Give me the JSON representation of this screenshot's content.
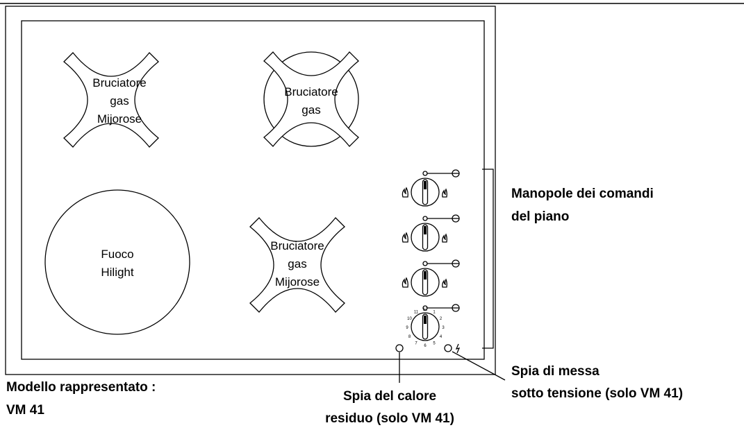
{
  "burners": {
    "top_left": {
      "line1": "Bruciatore",
      "line2": "gas",
      "line3": "Mijorose"
    },
    "top_right": {
      "line1": "Bruciatore",
      "line2": "gas"
    },
    "bottom_left": {
      "line1": "Fuoco",
      "line2": "Hilight"
    },
    "bottom_right": {
      "line1": "Bruciatore",
      "line2": "gas",
      "line3": "Mijorose"
    }
  },
  "dial_numbers": [
    "12",
    "1",
    "2",
    "3",
    "4",
    "5",
    "6",
    "7",
    "8",
    "9",
    "10",
    "11"
  ],
  "captions": {
    "controls": {
      "line1": "Manopole dei comandi",
      "line2": "del piano"
    },
    "model": {
      "line1": "Modello rappresentato :",
      "line2": "VM 41"
    },
    "residual_heat": {
      "line1": "Spia del calore",
      "line2": "residuo (solo VM 41)"
    },
    "power_on": {
      "line1": "Spia di messa",
      "line2": "sotto tensione (solo VM 41)"
    }
  }
}
